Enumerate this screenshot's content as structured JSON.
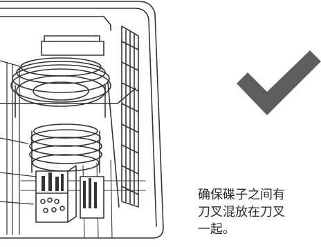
{
  "figure": {
    "illustration": "dishwasher-rack-with-plates-and-cutlery-basket",
    "status_icon": "checkmark-icon",
    "status_color": "#5e5e5e"
  },
  "caption": {
    "line1": "确保碟子之间有",
    "line2": "刀叉混放在刀叉",
    "line3": "一起。"
  }
}
